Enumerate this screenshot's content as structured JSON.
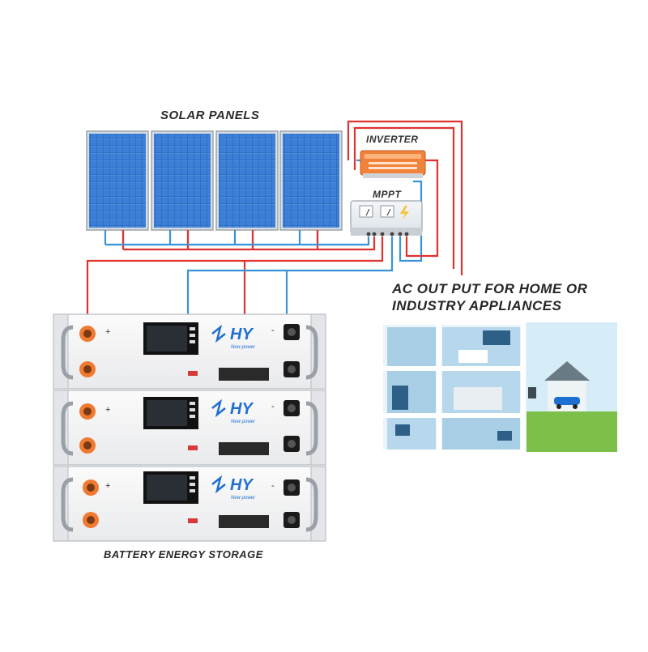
{
  "labels": {
    "solar_panels": "SOLAR PANELS",
    "inverter": "INVERTER",
    "mppt": "MPPT",
    "ac_output_line1": "AC OUT PUT FOR HOME OR",
    "ac_output_line2": "INDUSTRY APPLIANCES",
    "battery_storage": "BATTERY ENERGY STORAGE"
  },
  "battery_brand": {
    "name": "HY",
    "tagline": "New power"
  },
  "terminal_signs": {
    "positive": "+",
    "negative": "-"
  },
  "colors": {
    "positive_wire": "#e0322f",
    "negative_wire": "#3a93d6",
    "panel_cell": "#2f6fc6",
    "inverter_body": "#f0823a",
    "battery_terminal": "#f07a32",
    "brand": "#1f6fd1",
    "house_wall": "#a9cfe6",
    "grass": "#7cc04a"
  },
  "counts": {
    "solar_panels": 4,
    "battery_modules": 3
  }
}
